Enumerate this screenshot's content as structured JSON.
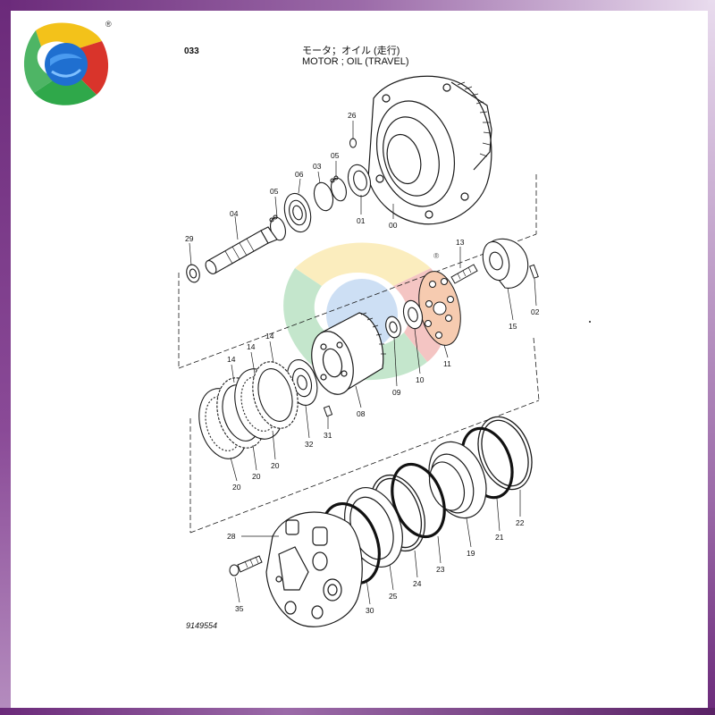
{
  "header": {
    "page_code": "033",
    "title_jp": "モータ；オイル (走行)",
    "title_en": "MOTOR ; OIL (TRAVEL)"
  },
  "logo": {
    "registered_mark": "®"
  },
  "watermark": {
    "registered_mark": "®"
  },
  "drawing_number": "9149554",
  "part_labels": {
    "p00": "00",
    "p01": "01",
    "p02": "02",
    "p03": "03",
    "p04": "04",
    "p05a": "05",
    "p05b": "05",
    "p06": "06",
    "p08": "08",
    "p09": "09",
    "p10": "10",
    "p11": "11",
    "p13": "13",
    "p14a": "14",
    "p14b": "14",
    "p14c": "14",
    "p15": "15",
    "p19": "19",
    "p20a": "20",
    "p20b": "20",
    "p20c": "20",
    "p21": "21",
    "p22": "22",
    "p23": "23",
    "p24": "24",
    "p25": "25",
    "p26": "26",
    "p28": "28",
    "p29": "29",
    "p30": "30",
    "p31": "31",
    "p32": "32",
    "p35": "35"
  },
  "colors": {
    "frame": "#6b2a7a",
    "logo_blue": "#1f6fd0",
    "logo_green": "#2fa84a",
    "logo_yellow": "#f3c21a",
    "logo_red": "#d9342b",
    "line": "#1a1a1a"
  }
}
